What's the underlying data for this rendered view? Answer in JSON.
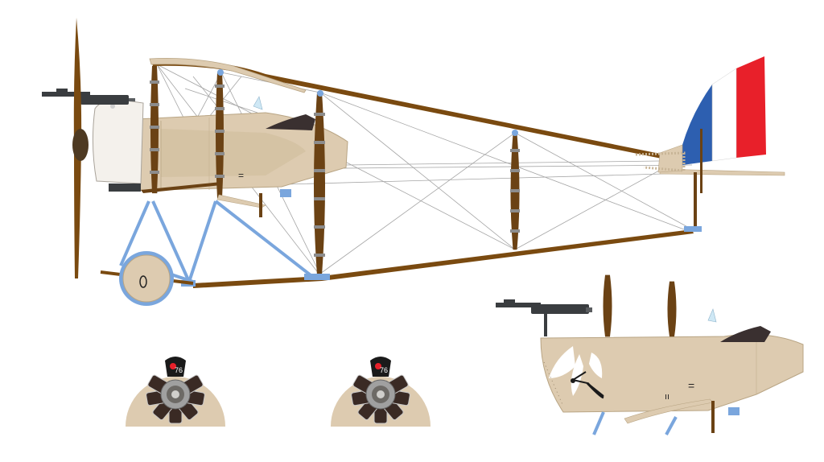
{
  "colors": {
    "background": "#ffffff",
    "fuselage": "#ddcbb0",
    "fuselage_shade": "#c8b597",
    "cowling": "#f4f1ec",
    "strut_wood": "#6b4214",
    "strut_band": "#8c8c8c",
    "wing_spar": "#7a4a10",
    "landing_gear": "#7aa6dd",
    "rigging_wire": "#9a9a9a",
    "roundel_blue": "#2d5fb0",
    "flag_blue": "#2d5fb0",
    "flag_white": "#ffffff",
    "flag_red": "#e8202a",
    "cockpit_leather": "#3a3030",
    "gun": "#3a3d40",
    "insignia": "#1a1a1a"
  },
  "views": [
    {
      "name": "side-profile",
      "description_icon": "biplane-icon"
    },
    {
      "name": "engine-front-view-left",
      "description_icon": "rotary-engine-icon"
    },
    {
      "name": "engine-front-view-right",
      "description_icon": "rotary-engine-icon"
    },
    {
      "name": "fuselage-alternate-marking",
      "description_icon": "dragonfly-insignia-icon"
    }
  ],
  "markings": {
    "rudder_flag": [
      "blue",
      "white",
      "red"
    ],
    "fuselage_glyph": "="
  }
}
